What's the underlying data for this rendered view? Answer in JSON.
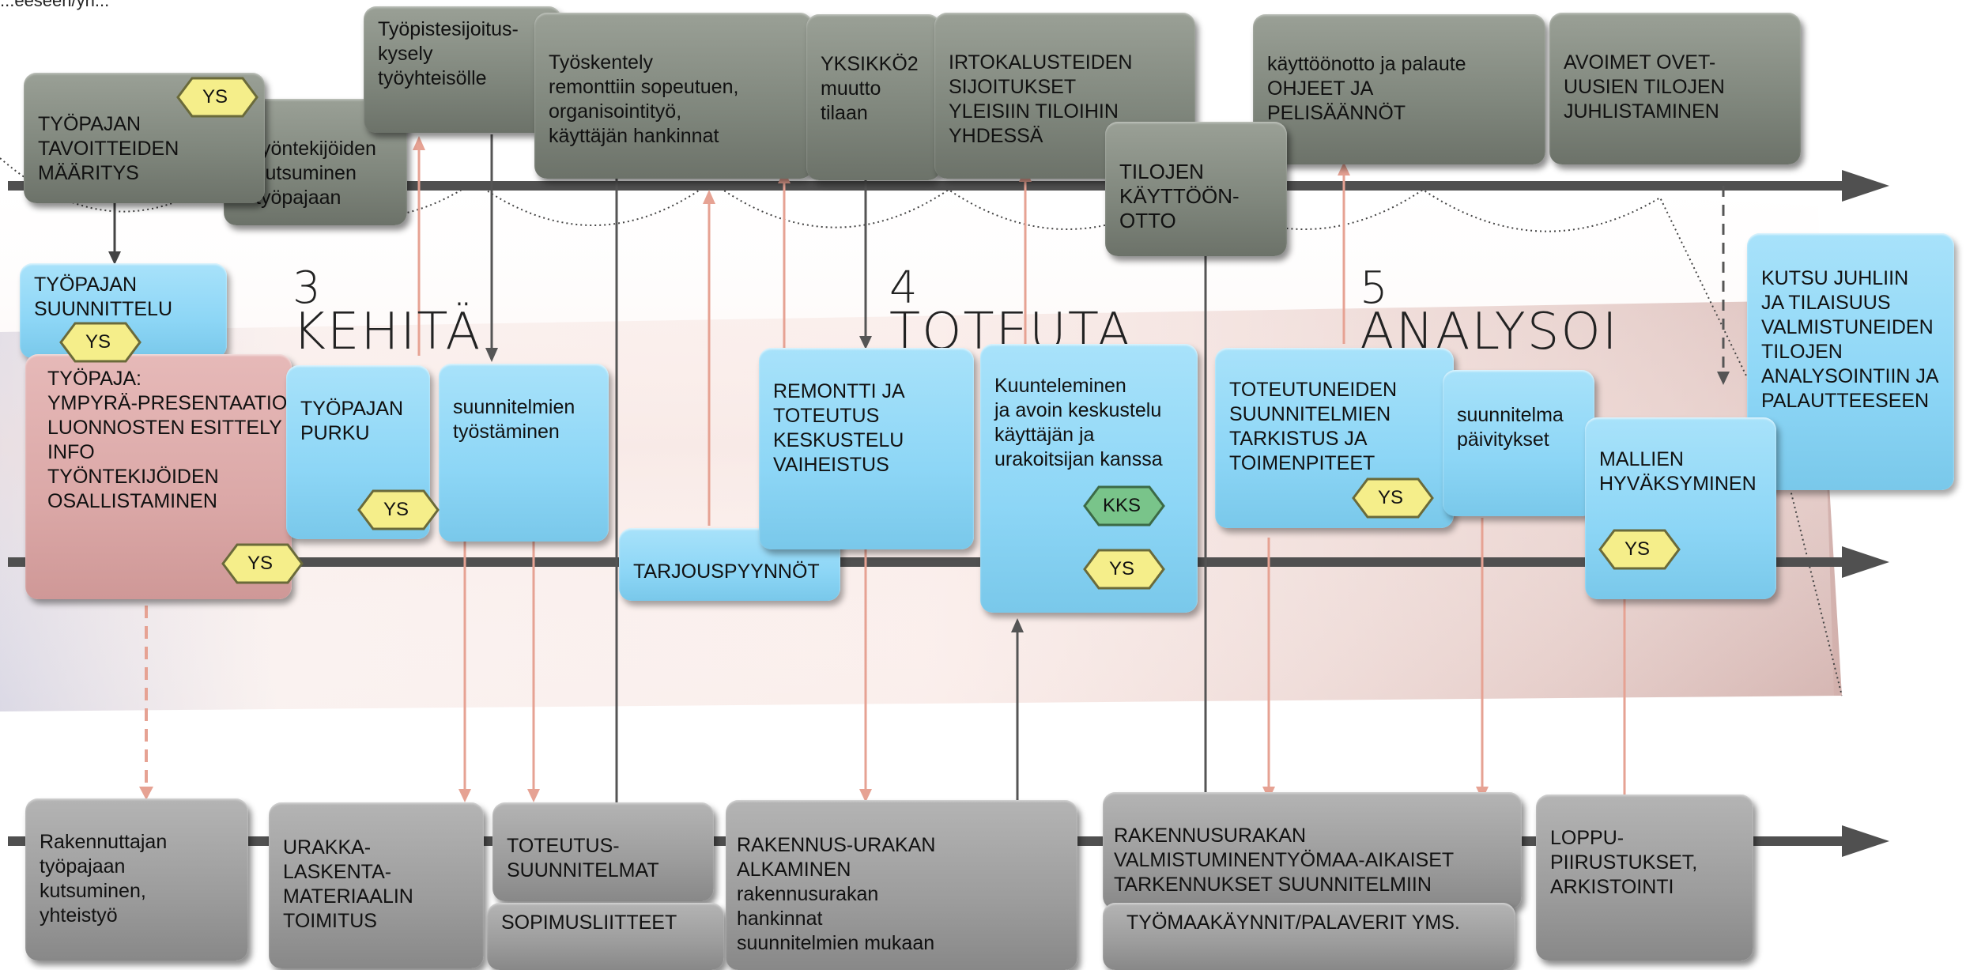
{
  "colors": {
    "box_dark_gray": "#858b81",
    "box_gray": "#a3a3a3",
    "box_blue": "#8fd6f6",
    "box_pink": "#dcaaa9",
    "badge_yellow": "#f5ee8a",
    "badge_green": "#79c48a",
    "arrow_salmon": "#e6a293",
    "arrow_dark": "#555555",
    "timeline": "#4a4a4a"
  },
  "top_note": "...eeseen/yh...",
  "phases": [
    {
      "number": "3",
      "label": "KEHITÄ"
    },
    {
      "number": "4",
      "label": "TOTEUTA"
    },
    {
      "number": "5",
      "label": "ANALYSOI"
    }
  ],
  "top_row": [
    "TYÖPAJAN\nTAVOITTEIDEN\n MÄÄRITYS",
    "työntekijöiden\nkutsuminen\ntyöpajaan",
    "Työpistesijoitus-\nkysely\ntyöyhteisölle",
    "Työskentely\n remonttiin sopeutuen,\norganisointityö,\nkäyttäjän hankinnat",
    "YKSIKKÖ2\n muutto\ntilaan",
    "IRTOKALUSTEIDEN\nSIJOITUKSET\nYLEISIIN TILOIHIN\nYHDESSÄ",
    "TILOJEN\nKÄYTTÖÖN-\nOTTO",
    " käyttöönotto ja palaute\nOHJEET JA\nPELISÄÄNNÖT",
    "AVOIMET OVET-\nUUSIEN TILOJEN\nJUHLISTAMINEN"
  ],
  "middle_row": [
    "TYÖPAJAN\nSUUNNITTELU",
    "TYÖPAJA:\nYMPYRÄ-PRESENTAATIO\nLUONNOSTEN ESITTELY\nINFO\nTYÖNTEKIJÖIDEN\nOSALLISTAMINEN",
    "TYÖPAJAN\nPURKU",
    "suunnitelmien\ntyöstäminen",
    "TARJOUSPYYNNÖT",
    "REMONTTI            JA\nTOTEUTUS\nKESKUSTELU\nVAIHEISTUS",
    "Kuunteleminen\nja avoin keskustelu\nkäyttäjän             ja\nurakoitsijan kanssa",
    "TOTEUTUNEIDEN\nSUUNNITELMIEN\nTARKISTUS JA\nTOIMENPITEET",
    "suunnitelma\npäivitykset",
    "MALLIEN\nHYVÄKSYMINEN",
    "KUTSU JUHLIIN\nJA TILAISUUS\nVALMISTUNEIDEN\nTILOJEN\nANALYSOINTIIN JA\nPALAUTTEESEEN"
  ],
  "bottom_row": [
    "Rakennuttajan\ntyöpajaan\nkutsuminen,\nyhteistyö",
    "URAKKA-\nLASKENTA-\nMATERIAALIN\nTOIMITUS",
    "TOTEUTUS-\n  SUUNNITELMAT",
    "SOPIMUSLIITTEET",
    "RAKENNUS-URAKAN\nALKAMINEN\nrakennusurakan\nhankinnat\nsuunnitelmien mukaan",
    "RAKENNUSURAKAN\nVALMISTUMINENTYÖMAA-AIKAISET\nTARKENNUKSET SUUNNITELMIIN",
    "TYÖMAAKÄYNNIT/PALAVERIT YMS.",
    "LOPPU-\nPIIRUSTUKSET,\nARKISTOINTI"
  ],
  "badges": [
    "YS",
    "YS",
    "YS",
    "YS",
    "KKS",
    "YS",
    "YS",
    "YS"
  ]
}
